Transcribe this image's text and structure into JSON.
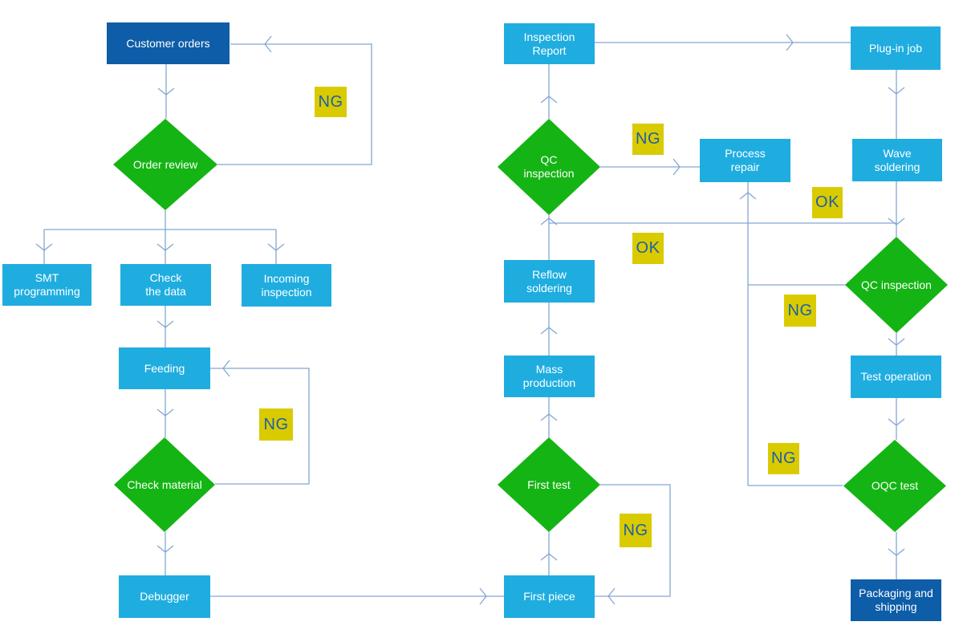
{
  "diagram_type": "flowchart",
  "colors": {
    "process_box": "#1fade0",
    "terminal_box": "#0d5da8",
    "decision_diamond": "#14b414",
    "edge_label_bg": "#d9cb00",
    "edge_label_text": "#1d60a7",
    "connector": "#84a7d3",
    "node_text": "#ffffff"
  },
  "nodes": {
    "customer_orders": "Customer orders",
    "order_review": "Order review",
    "smt_programming": "SMT\nprogramming",
    "check_the_data": "Check\nthe data",
    "incoming_inspection": "Incoming\ninspection",
    "feeding": "Feeding",
    "check_material": "Check material",
    "debugger": "Debugger",
    "first_piece": "First piece",
    "first_test": "First test",
    "mass_production": "Mass\nproduction",
    "reflow_soldering": "Reflow\nsoldering",
    "qc_inspection_mid": "QC\ninspection",
    "inspection_report": "Inspection\nReport",
    "process_repair": "Process\nrepair",
    "plug_in_job": "Plug-in job",
    "wave_soldering": "Wave\nsoldering",
    "qc_inspection_right": "QC inspection",
    "test_operation": "Test operation",
    "oqc_test": "OQC test",
    "packaging_shipping": "Packaging and\nshipping"
  },
  "edge_labels": {
    "ng_order_review": "NG",
    "ng_check_material": "NG",
    "ng_first_test": "NG",
    "ng_qc_mid": "NG",
    "ok_mid": "OK",
    "ok_right": "OK",
    "ng_qc_right": "NG",
    "ng_oqc": "NG"
  },
  "edges": [
    {
      "from": "customer_orders",
      "to": "order_review",
      "label": ""
    },
    {
      "from": "order_review",
      "to": "customer_orders",
      "label": "NG"
    },
    {
      "from": "order_review",
      "to": "smt_programming",
      "label": ""
    },
    {
      "from": "order_review",
      "to": "check_the_data",
      "label": ""
    },
    {
      "from": "order_review",
      "to": "incoming_inspection",
      "label": ""
    },
    {
      "from": "check_the_data",
      "to": "feeding",
      "label": ""
    },
    {
      "from": "feeding",
      "to": "check_material",
      "label": ""
    },
    {
      "from": "check_material",
      "to": "feeding",
      "label": "NG"
    },
    {
      "from": "check_material",
      "to": "debugger",
      "label": ""
    },
    {
      "from": "debugger",
      "to": "first_piece",
      "label": ""
    },
    {
      "from": "first_piece",
      "to": "first_test",
      "label": ""
    },
    {
      "from": "first_test",
      "to": "first_piece",
      "label": "NG"
    },
    {
      "from": "first_test",
      "to": "mass_production",
      "label": ""
    },
    {
      "from": "mass_production",
      "to": "reflow_soldering",
      "label": ""
    },
    {
      "from": "reflow_soldering",
      "to": "qc_inspection_mid",
      "label": ""
    },
    {
      "from": "qc_inspection_mid",
      "to": "inspection_report",
      "label": ""
    },
    {
      "from": "qc_inspection_mid",
      "to": "process_repair",
      "label": "NG"
    },
    {
      "from": "inspection_report",
      "to": "plug_in_job",
      "label": ""
    },
    {
      "from": "plug_in_job",
      "to": "wave_soldering",
      "label": ""
    },
    {
      "from": "wave_soldering",
      "to": "qc_inspection_right",
      "label": ""
    },
    {
      "from": "qc_inspection_right",
      "to": "qc_inspection_mid",
      "label": "OK"
    },
    {
      "from": "qc_inspection_right",
      "to": "process_repair",
      "label": "NG"
    },
    {
      "from": "qc_inspection_right",
      "to": "test_operation",
      "label": ""
    },
    {
      "from": "test_operation",
      "to": "oqc_test",
      "label": ""
    },
    {
      "from": "oqc_test",
      "to": "process_repair",
      "label": "NG"
    },
    {
      "from": "oqc_test",
      "to": "packaging_shipping",
      "label": ""
    }
  ]
}
